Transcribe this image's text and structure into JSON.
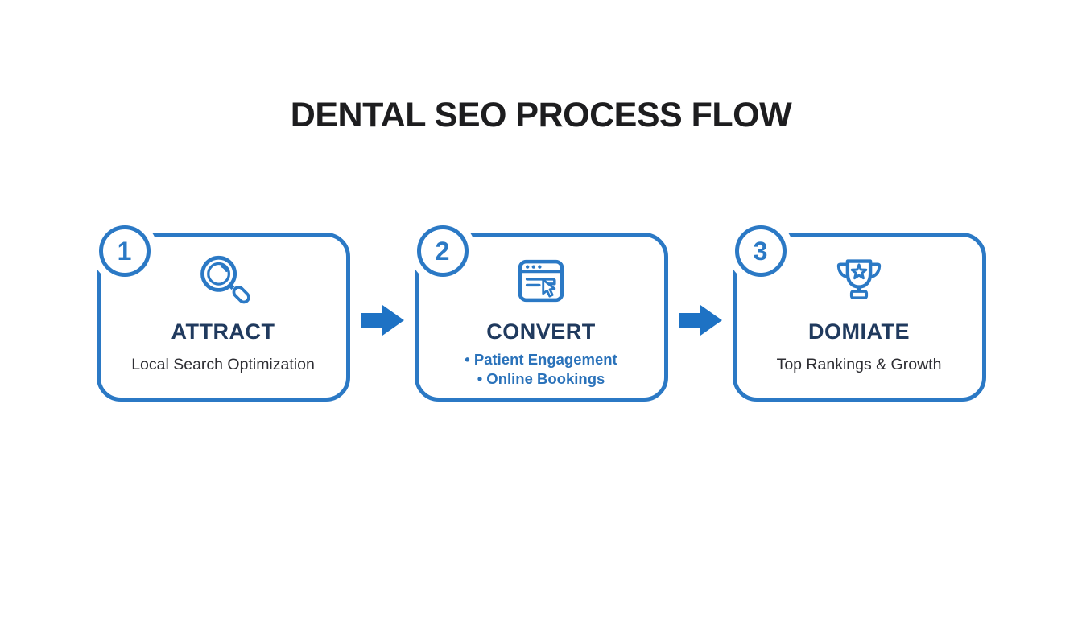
{
  "title": "DENTAL SEO PROCESS FLOW",
  "colors": {
    "accent_blue": "#2b79c5",
    "arrow_blue": "#1e72c4",
    "step_title_navy": "#203a5e",
    "subtitle_gray": "#2e2e33",
    "bullet_blue": "#2a72ba",
    "title_black": "#1d1d1f",
    "background": "#ffffff"
  },
  "steps": [
    {
      "number": "1",
      "icon": "magnifying-glass",
      "title": "ATTRACT",
      "subtitle": "Local Search Optimization"
    },
    {
      "number": "2",
      "icon": "browser-cursor",
      "title": "CONVERT",
      "bullets": [
        "• Patient Engagement",
        "• Online Bookings"
      ]
    },
    {
      "number": "3",
      "icon": "trophy",
      "title": "DOMIATE",
      "subtitle": "Top Rankings & Growth"
    }
  ]
}
